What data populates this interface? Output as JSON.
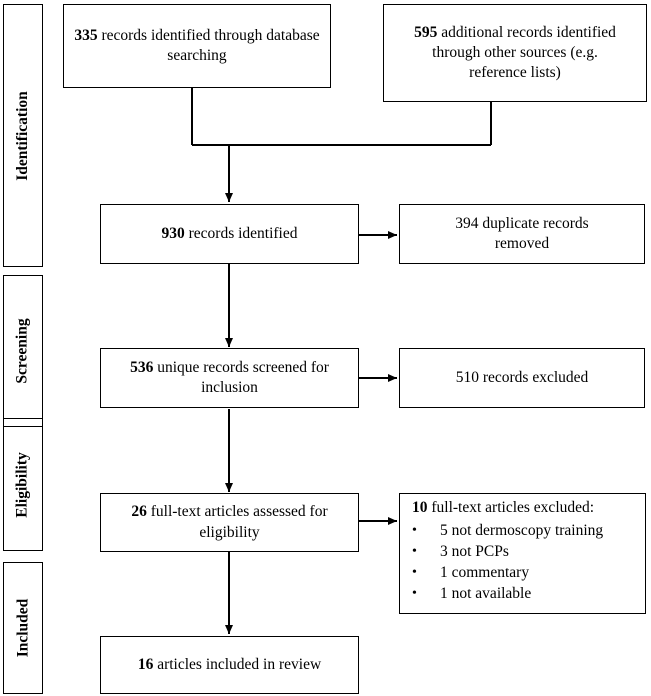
{
  "stages": [
    "Identification",
    "Screening",
    "Eligibility",
    "Included"
  ],
  "boxes": {
    "db": {
      "num": "335",
      "text": " records identified through database searching"
    },
    "other": {
      "num": "595",
      "text": " additional records identified through other sources (e.g. reference lists)"
    },
    "identified": {
      "num": "930",
      "text": " records identified"
    },
    "duplicates": {
      "text": "394 duplicate records removed"
    },
    "unique": {
      "num": "536",
      "text": " unique records screened for inclusion"
    },
    "excluded": {
      "text": "510 records excluded"
    },
    "fulltext": {
      "num": "26",
      "text": " full-text articles assessed for eligibility"
    },
    "fulltext_excluded": {
      "num": "10",
      "text": " full-text articles excluded:",
      "reasons": [
        "5 not dermoscopy training",
        "3 not PCPs",
        "1 commentary",
        "1 not available"
      ]
    },
    "included": {
      "num": "16",
      "text": " articles included in review"
    }
  }
}
